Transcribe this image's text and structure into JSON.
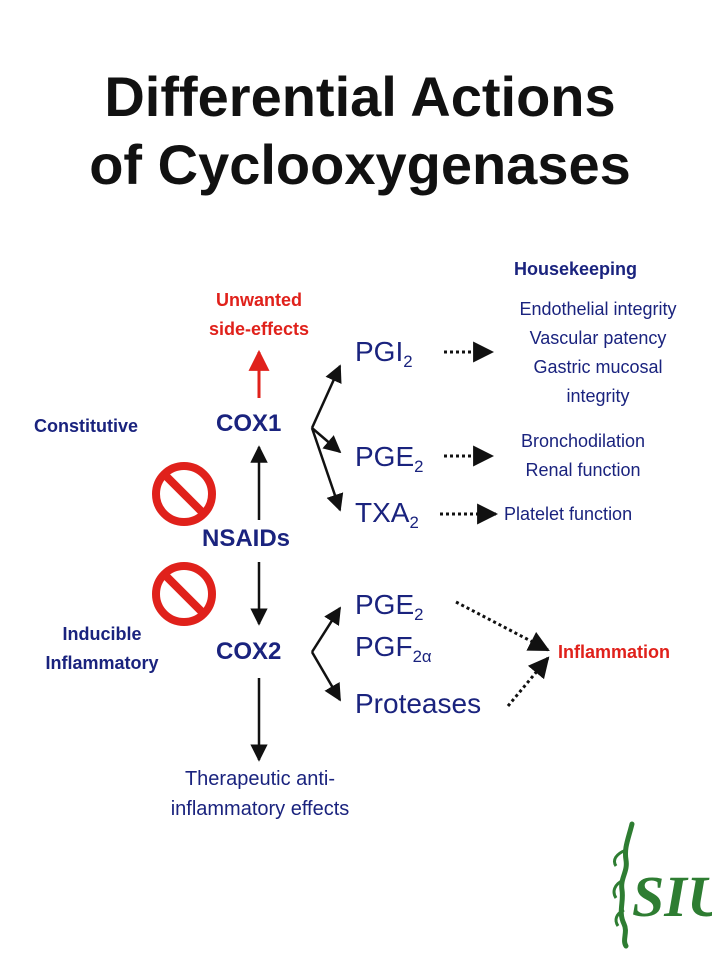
{
  "title": {
    "line1": "Differential Actions",
    "line2": "of Cyclooxygenases"
  },
  "nodes": {
    "cox1": "COX1",
    "cox2": "COX2",
    "nsaids": "NSAIDs"
  },
  "side_labels": {
    "constitutive": "Constitutive",
    "inducible_line1": "Inducible",
    "inducible_line2": "Inflammatory"
  },
  "unwanted": {
    "line1": "Unwanted",
    "line2": "side-effects"
  },
  "therapeutic": {
    "line1": "Therapeutic anti-",
    "line2": "inflammatory effects"
  },
  "mediators": {
    "pgi2": {
      "base": "PGI",
      "sub": "2"
    },
    "pge2_upper": {
      "base": "PGE",
      "sub": "2"
    },
    "txa2": {
      "base": "TXA",
      "sub": "2"
    },
    "pge2_lower": {
      "base": "PGE",
      "sub": "2"
    },
    "pgf2a": {
      "base": "PGF",
      "sub": "2α"
    },
    "proteases": "Proteases"
  },
  "housekeeping": {
    "heading": "Housekeeping",
    "items": [
      "Endothelial integrity",
      "Vascular patency",
      "Gastric mucosal",
      "integrity"
    ]
  },
  "effects": {
    "pge_line1": "Bronchodilation",
    "pge_line2": "Renal function",
    "txa": "Platelet function"
  },
  "inflammation": "Inflammation",
  "logo": {
    "text": "SIU"
  },
  "colors": {
    "navy": "#1a237e",
    "red": "#e0211b",
    "logo_green": "#2e7d32"
  }
}
